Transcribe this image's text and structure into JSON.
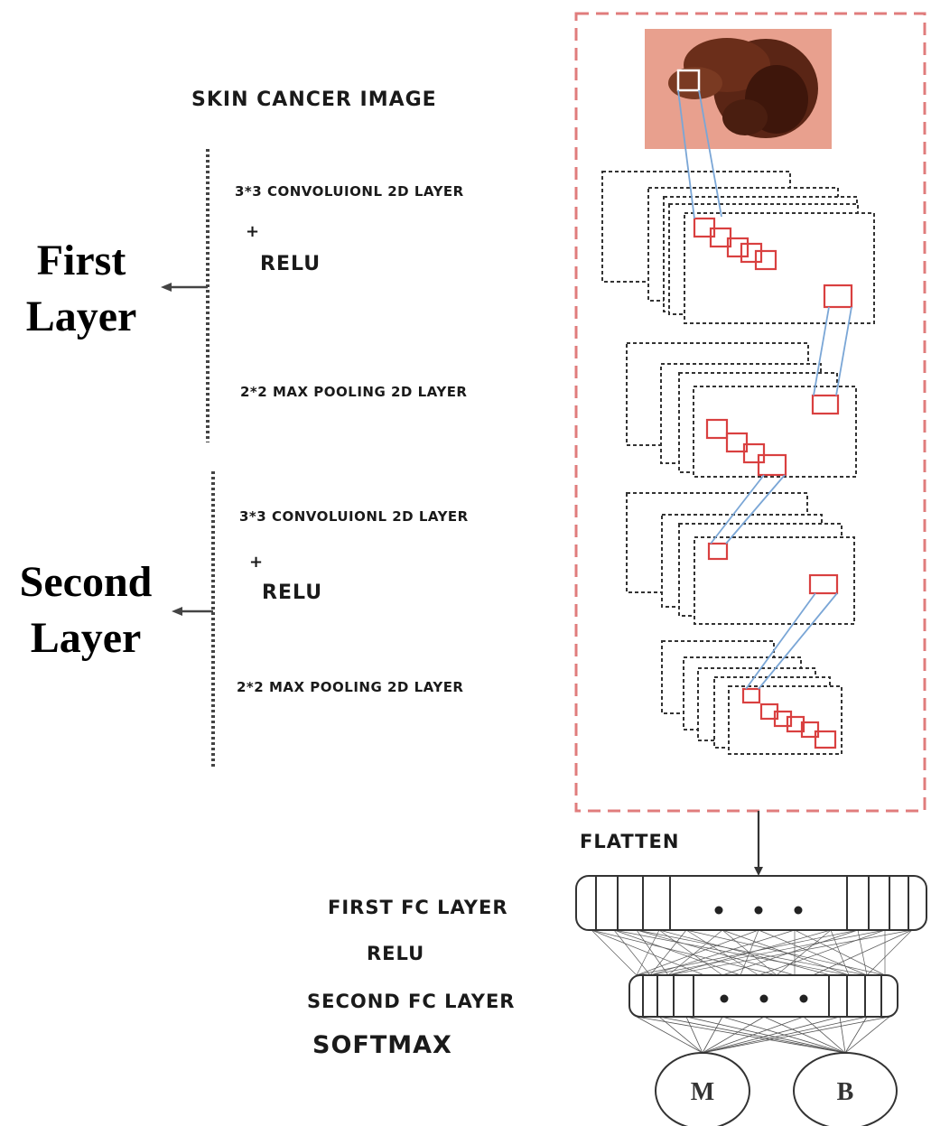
{
  "input": {
    "title": "SKIN CANCER IMAGE"
  },
  "layer1": {
    "label_line1": "First",
    "label_line2": "Layer",
    "conv": "3*3 CONVOLUIONL 2D LAYER",
    "plus": "+",
    "relu": "RELU",
    "pool": "2*2  MAX POOLING 2D LAYER"
  },
  "layer2": {
    "label_line1": "Second",
    "label_line2": "Layer",
    "conv": "3*3 CONVOLUIONL 2D LAYER",
    "plus": "+",
    "relu": "RELU",
    "pool": "2*2  MAX POOLING 2D LAYER"
  },
  "head": {
    "flatten": "FLATTEN",
    "fc1": "FIRST FC LAYER",
    "relu": "RELU",
    "fc2": "SECOND FC LAYER",
    "softmax": "SOFTMAX",
    "out_m": "M",
    "out_b": "B"
  },
  "colors": {
    "container_border": "#e07c7c",
    "kernel_box": "#d94040",
    "connector": "#7aa6d6",
    "stack_border": "#333333",
    "lesion_bg": "#e8a08e",
    "lesion_dark": "#4a1e10"
  }
}
